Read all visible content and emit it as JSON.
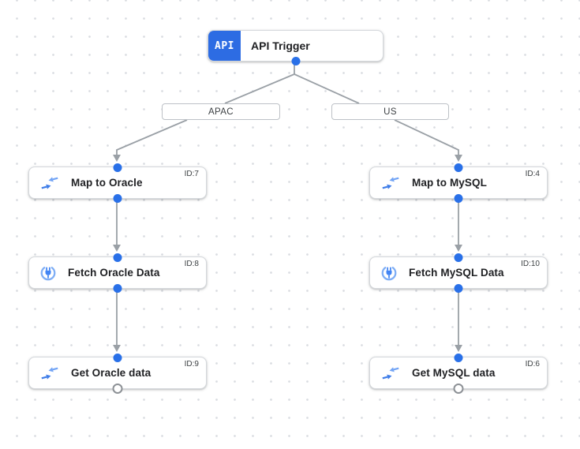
{
  "trigger": {
    "badge": "API",
    "title": "API Trigger"
  },
  "branches": [
    {
      "label": "APAC"
    },
    {
      "label": "US"
    }
  ],
  "nodes": [
    {
      "id_label": "ID:7",
      "title": "Map to Oracle",
      "icon": "data-mapping-icon",
      "branch": "APAC",
      "terminal": false
    },
    {
      "id_label": "ID:8",
      "title": "Fetch Oracle Data",
      "icon": "connector-icon",
      "branch": "APAC",
      "terminal": false
    },
    {
      "id_label": "ID:9",
      "title": "Get Oracle data",
      "icon": "data-mapping-icon",
      "branch": "APAC",
      "terminal": true
    },
    {
      "id_label": "ID:4",
      "title": "Map to MySQL",
      "icon": "data-mapping-icon",
      "branch": "US",
      "terminal": false
    },
    {
      "id_label": "ID:10",
      "title": "Fetch MySQL Data",
      "icon": "connector-icon",
      "branch": "US",
      "terminal": false
    },
    {
      "id_label": "ID:6",
      "title": "Get MySQL data",
      "icon": "data-mapping-icon",
      "branch": "US",
      "terminal": true
    }
  ],
  "edges": [
    {
      "from": "API Trigger",
      "to": "Map to Oracle",
      "label": "APAC"
    },
    {
      "from": "API Trigger",
      "to": "Map to MySQL",
      "label": "US"
    },
    {
      "from": "Map to Oracle",
      "to": "Fetch Oracle Data",
      "label": ""
    },
    {
      "from": "Fetch Oracle Data",
      "to": "Get Oracle data",
      "label": ""
    },
    {
      "from": "Map to MySQL",
      "to": "Fetch MySQL Data",
      "label": ""
    },
    {
      "from": "Fetch MySQL Data",
      "to": "Get MySQL data",
      "label": ""
    }
  ],
  "colors": {
    "badge_blue": "#2d6ce3",
    "port_dot_blue": "#2970e8",
    "icon_blue": "#3f7de8",
    "icon_blue_light": "#72a4f5",
    "connector_ring": "#7faef5",
    "edge_gray": "#9aa0a6",
    "text_dark": "#202124",
    "text_gray": "#3c4043"
  }
}
